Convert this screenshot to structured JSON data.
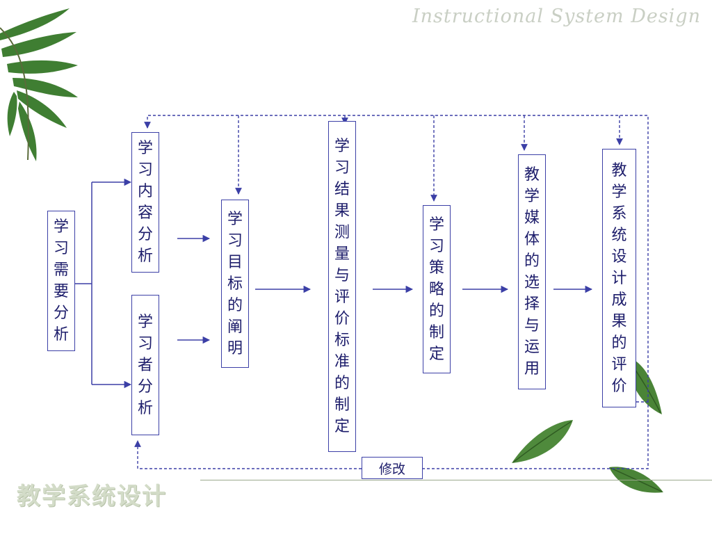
{
  "header": {
    "title": "Instructional System Design"
  },
  "footer": {
    "title": "教学系统设计"
  },
  "nodes": {
    "needs": "学习需要分析",
    "content": "学习内容分析",
    "learner": "学习者分析",
    "objectives": "学习目标的阐明",
    "assessment": "学习结果测量与评价标准的制定",
    "strategy": "学习策略的制定",
    "media": "教学媒体的选择与运用",
    "evaluation": "教学系统设计成果的评价"
  },
  "revise": "修改",
  "colors": {
    "line": "#3b3fa6",
    "text": "#1d1d6b",
    "leaf": "#4f8a3c"
  }
}
